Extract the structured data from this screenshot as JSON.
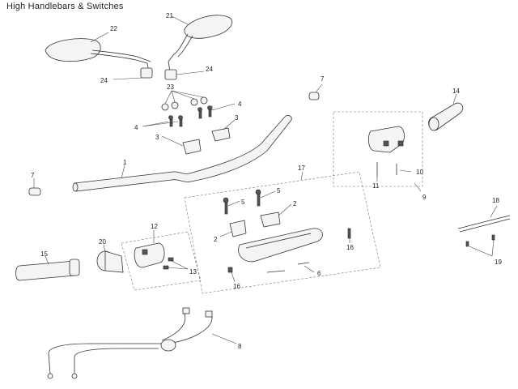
{
  "title": "High Handlebars & Switches",
  "labels": {
    "l1": "1",
    "l2a": "2",
    "l2b": "2",
    "l3a": "3",
    "l3b": "3",
    "l4a": "4",
    "l4b": "4",
    "l5a": "5",
    "l5b": "5",
    "l6": "6",
    "l7a": "7",
    "l7b": "7",
    "l8": "8",
    "l9": "9",
    "l10": "10",
    "l11": "11",
    "l12": "12",
    "l13": "13",
    "l14": "14",
    "l15": "15",
    "l16a": "16",
    "l16b": "16",
    "l17": "17",
    "l18": "18",
    "l19": "19",
    "l20": "20",
    "l21": "21",
    "l22": "22",
    "l23": "23",
    "l24a": "24",
    "l24b": "24"
  }
}
